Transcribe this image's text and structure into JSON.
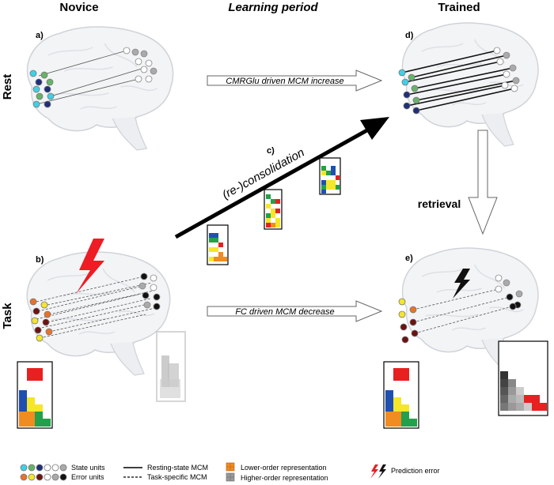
{
  "headers": {
    "novice": "Novice",
    "learning": "Learning period",
    "trained": "Trained"
  },
  "rows": {
    "rest": "Rest",
    "task": "Task"
  },
  "panels": {
    "a": "a)",
    "b": "b)",
    "c": "c)",
    "d": "d)",
    "e": "e)"
  },
  "arrows": {
    "cmrglu": "CMRGlu driven MCM increase",
    "fc": "FC driven MCM decrease",
    "consolidation": "(re-)consolidation",
    "retrieval": "retrieval"
  },
  "legend": {
    "state_units": "State units",
    "error_units": "Error units",
    "resting_mcm": "Resting-state MCM",
    "task_mcm": "Task-specific MCM",
    "lower_order": "Lower-order representation",
    "higher_order": "Higher-order representation",
    "prediction_error": "Prediction error"
  },
  "colors": {
    "cyan": "#3fd0e6",
    "green": "#66b36a",
    "navy": "#1f2f78",
    "yellow": "#f5e62a",
    "orange": "#e8722a",
    "maroon": "#6b1212",
    "red_bolt": "#ee1c24",
    "black_bolt": "#111111"
  },
  "icons": [
    "brain-icon",
    "lightning-bolt-icon",
    "tetris-board-icon"
  ]
}
